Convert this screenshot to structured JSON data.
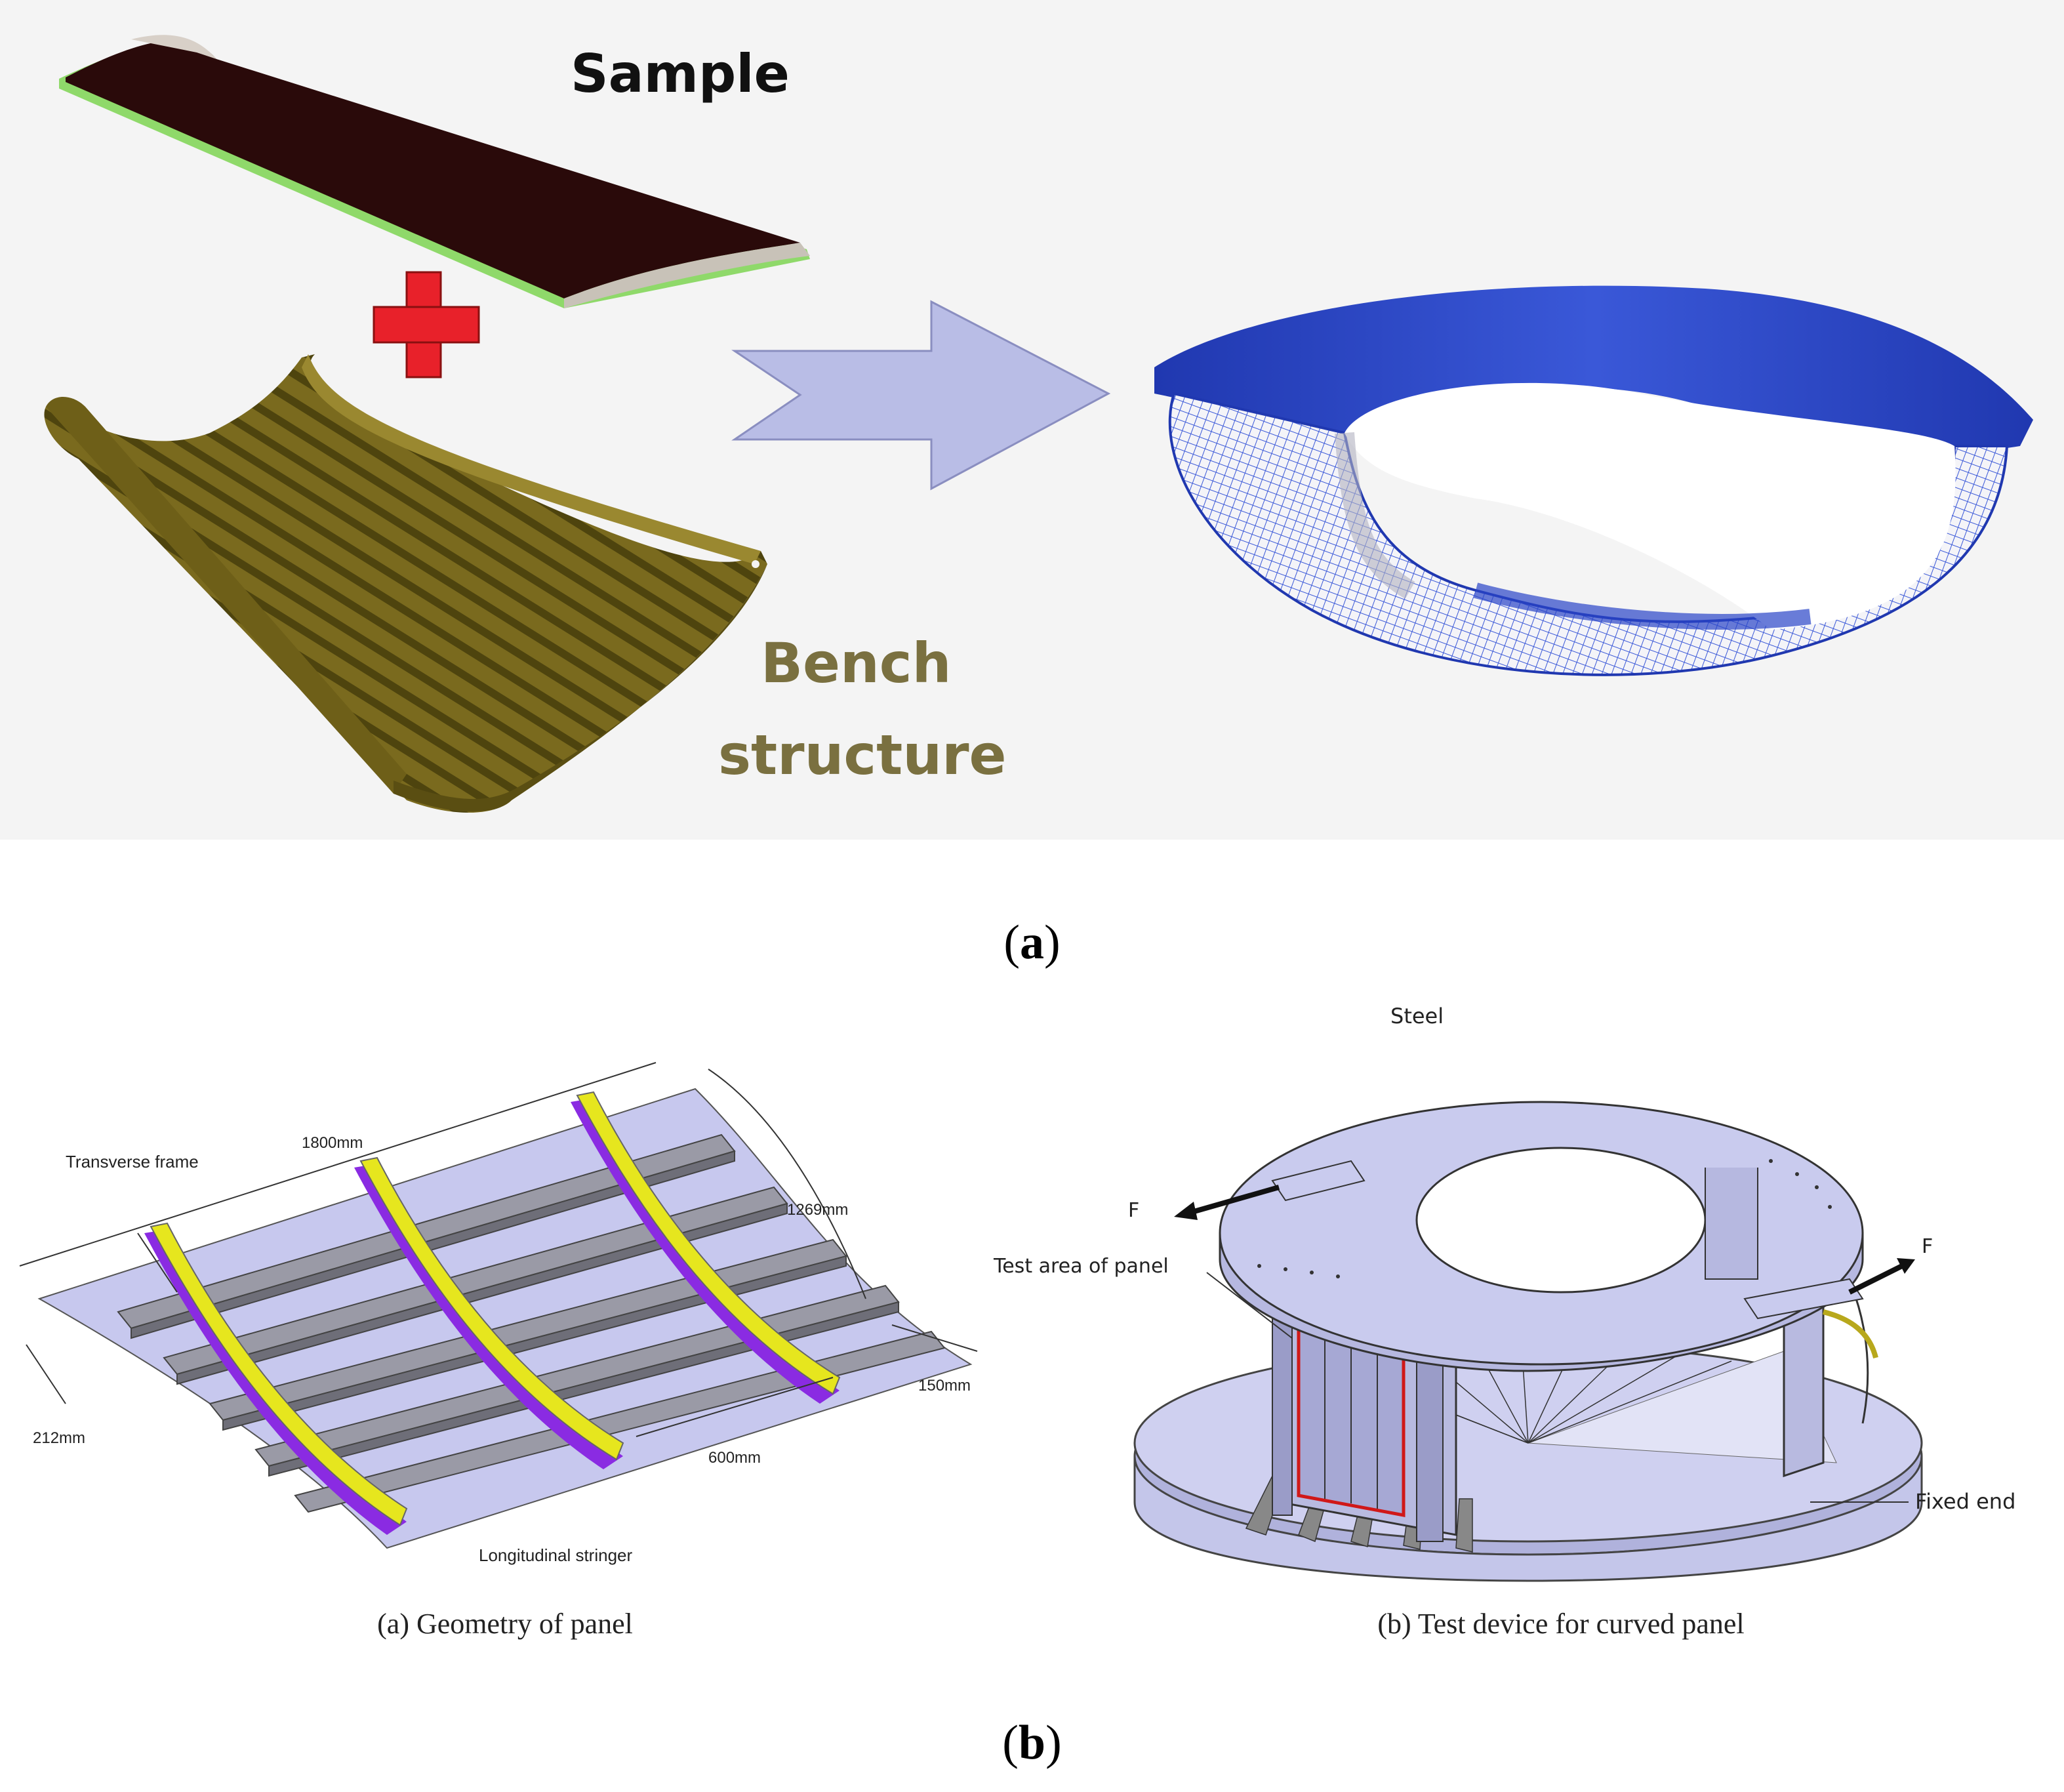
{
  "panel_a": {
    "label_sample": "Sample",
    "label_bench_line1": "Bench",
    "label_bench_line2": "structure",
    "caption_letter": "a",
    "colors": {
      "sample_top": "#2a0a0a",
      "sample_edge": "#8fd96a",
      "bench": "#7a6a1e",
      "plus": "#e8212a",
      "arrow": "#b9bde6",
      "mesh": "#2a44c8",
      "bench_text": "#7a7040"
    }
  },
  "panel_b": {
    "left": {
      "caption": "(a)  Geometry of panel",
      "labels": {
        "transverse_frame": "Transverse frame",
        "dim_1800": "1800mm",
        "dim_1269": "1269mm",
        "dim_212": "212mm",
        "dim_150": "150mm",
        "dim_600": "600mm",
        "longitudinal_stringer": "Longitudinal stringer"
      }
    },
    "right": {
      "caption": "(b)  Test device for curved panel",
      "labels": {
        "steel": "Steel",
        "force_left": "F",
        "force_right": "F",
        "test_area": "Test area of panel",
        "fixed_end": "Fixed end"
      }
    },
    "caption_letter": "b",
    "colors": {
      "plate": "#c7c8ee",
      "frame": "#e6e61e",
      "frame_base": "#8a2be2",
      "stringer": "#9a9aa6",
      "device": "#c9cbee",
      "test_area_outline": "#d01818"
    }
  }
}
